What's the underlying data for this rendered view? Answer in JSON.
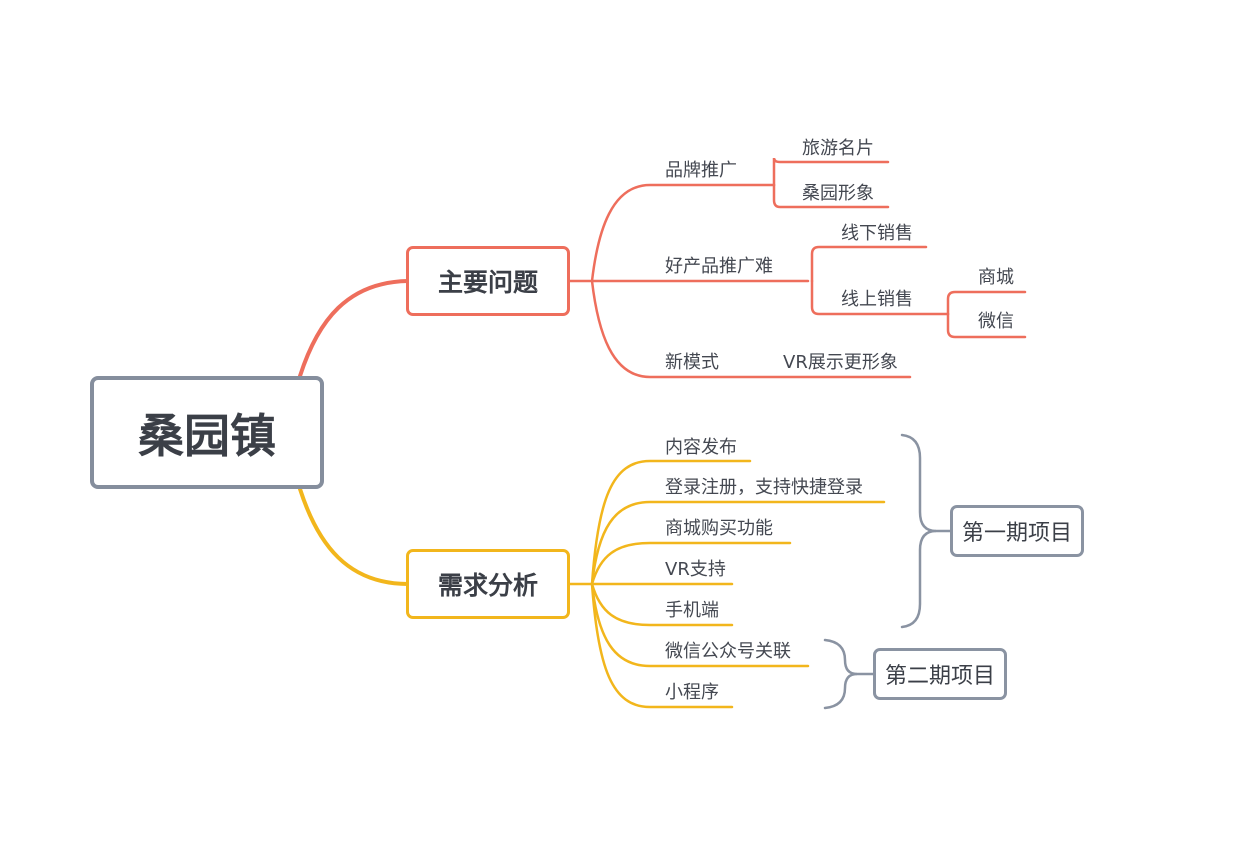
{
  "root": {
    "label": "桑园镇"
  },
  "branches": [
    {
      "label": "主要问题",
      "color": "#ee6e5c",
      "children": [
        {
          "label": "品牌推广",
          "children": [
            {
              "label": "旅游名片"
            },
            {
              "label": "桑园形象"
            }
          ]
        },
        {
          "label": "好产品推广难",
          "children": [
            {
              "label": "线下销售"
            },
            {
              "label": "线上销售",
              "children": [
                {
                  "label": "商城"
                },
                {
                  "label": "微信"
                }
              ]
            }
          ]
        },
        {
          "label": "新模式",
          "children": [
            {
              "label": "VR展示更形象"
            }
          ]
        }
      ]
    },
    {
      "label": "需求分析",
      "color": "#f2b61c",
      "children": [
        {
          "label": "内容发布"
        },
        {
          "label": "登录注册，支持快捷登录"
        },
        {
          "label": "商城购买功能"
        },
        {
          "label": "VR支持"
        },
        {
          "label": "手机端"
        },
        {
          "label": "微信公众号关联"
        },
        {
          "label": "小程序"
        }
      ]
    }
  ],
  "summaries": [
    {
      "label": "第一期项目"
    },
    {
      "label": "第二期项目"
    }
  ],
  "colors": {
    "summary_line": "#8a93a2",
    "root_border": "#858e9d"
  }
}
